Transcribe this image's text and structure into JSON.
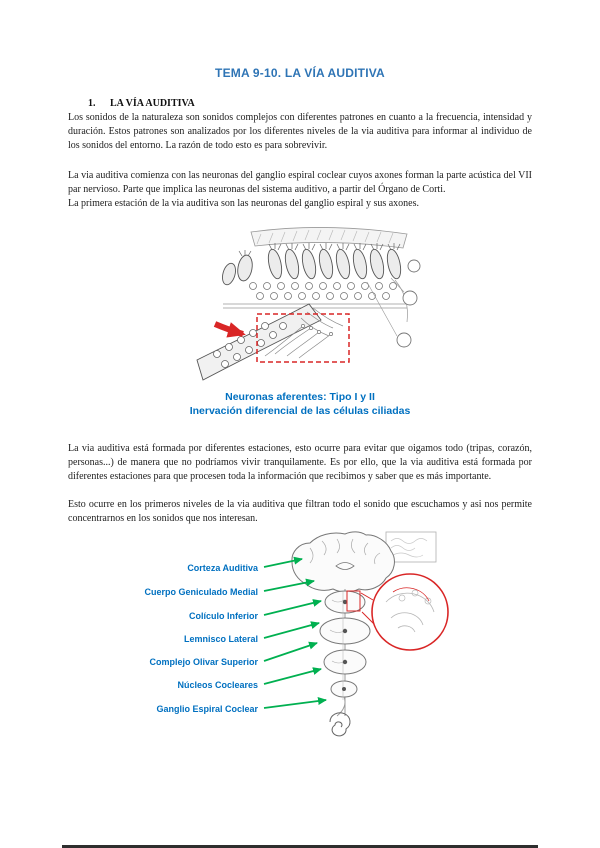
{
  "page": {
    "title": "TEMA 9-10. LA VÍA AUDITIVA"
  },
  "section": {
    "number": "1.",
    "heading": "LA VÍA AUDITIVA"
  },
  "paragraphs": {
    "p1": "Los sonidos de la naturaleza son sonidos complejos con diferentes patrones en cuanto a la frecuencia, intensidad y duración. Estos patrones son analizados por los diferentes niveles de la via auditiva para informar al individuo de los sonidos del entorno. La razón de todo esto es para sobrevivir.",
    "p2": "La via auditiva comienza con las neuronas del ganglio espiral coclear cuyos axones forman la parte acústica del VII par nervioso. Parte que implica las neuronas del sistema auditivo, a partir del Órgano de Corti.",
    "p3": "La primera estación de la via auditiva son las neuronas del ganglio espiral y sus axones.",
    "p4": "La via auditiva está formada por diferentes estaciones, esto ocurre para evitar que oigamos todo (tripas, corazón, personas...) de manera que no podríamos vivir tranquilamente. Es por ello, que la via auditiva está formada por diferentes estaciones para que procesen toda la información que recibimos y saber que es más importante.",
    "p5": "Esto ocurre en los primeros niveles de la via auditiva que filtran todo el sonido que escuchamos y asi nos permite concentrarnos en los sonidos que nos interesan."
  },
  "figure1": {
    "caption_line1": "Neuronas aferentes: Tipo I y II",
    "caption_line2": "Inervación diferencial de las células ciliadas"
  },
  "figure2": {
    "labels": [
      "Corteza Auditiva",
      "Cuerpo Geniculado Medial",
      "Colículo Inferior",
      "Lemnisco Lateral",
      "Complejo Olivar Superior",
      "Núcleos Cocleares",
      "Ganglio Espiral Coclear"
    ]
  },
  "colors": {
    "title_blue": "#2E74B5",
    "accent_blue": "#0070C0",
    "arrow_green": "#00B050",
    "highlight_red": "#D92626"
  }
}
